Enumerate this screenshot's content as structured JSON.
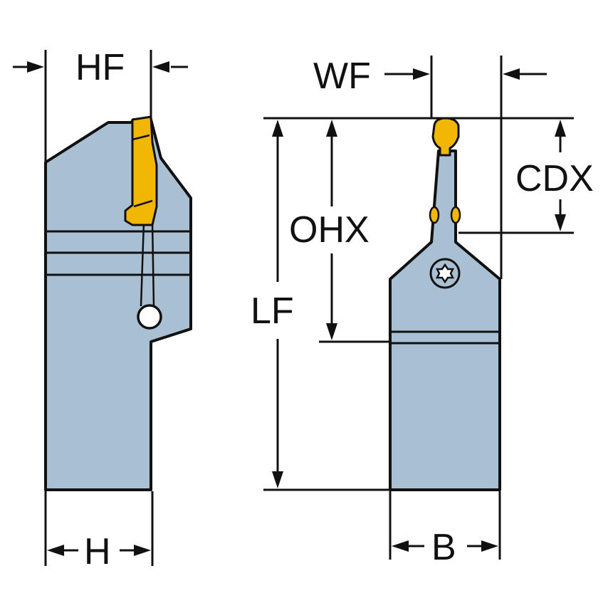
{
  "labels": {
    "hf": "HF",
    "wf": "WF",
    "cdx": "CDX",
    "ohx": "OHX",
    "lf": "LF",
    "h": "H",
    "b": "B"
  },
  "colors": {
    "body": "#a9bfd2",
    "insert": "#f2b705",
    "outline": "#111111",
    "background": "#ffffff"
  }
}
